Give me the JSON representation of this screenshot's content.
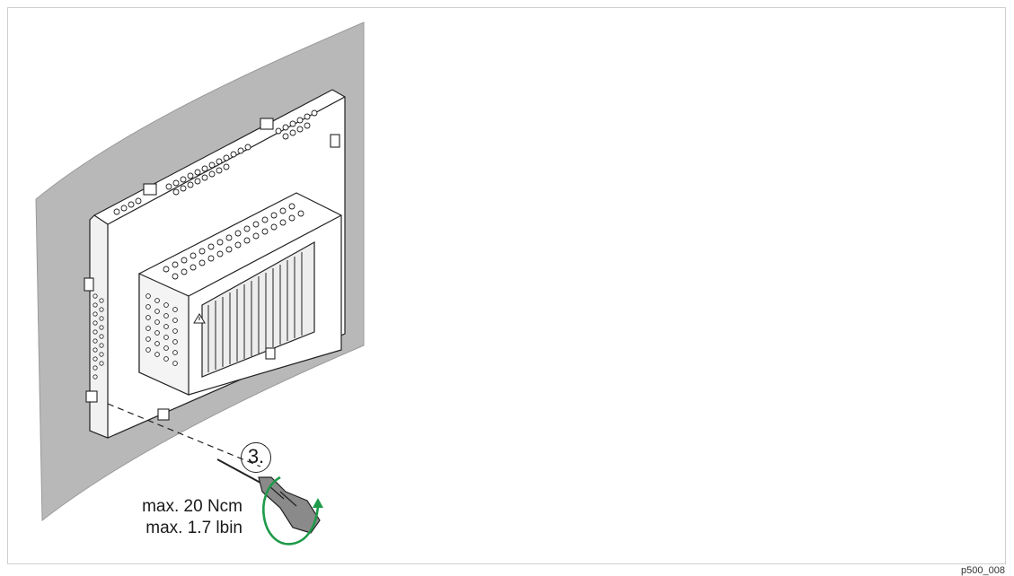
{
  "figure": {
    "step_label": "3.",
    "torque_lines": [
      "max. 20 Ncm",
      "max. 1.7 lbin"
    ],
    "figure_id": "p500_008"
  },
  "colors": {
    "wall": "#b8b8b8",
    "rotation_arrow": "#1e9a4a",
    "line_art": "#222222"
  },
  "icons": [
    "screwdriver-icon",
    "rotation-arrow-icon",
    "warning-triangle-icon"
  ]
}
